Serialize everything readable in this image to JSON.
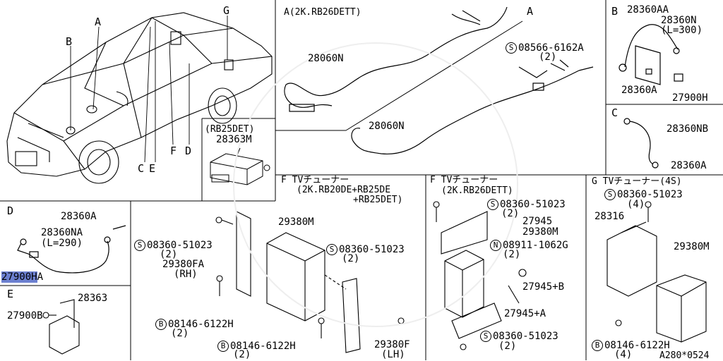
{
  "sections": {
    "A_header": "A(2K.RB26DETT)",
    "A_right": "A",
    "B": "B",
    "C": "C",
    "D": "D",
    "E": "E",
    "F1_title": "F TVチューナー",
    "F1_sub1": "(2K.RB20DE+RB25DE",
    "F1_sub2": "+RB25DET)",
    "F2_title": "F TVチューナー",
    "F2_sub": "(2K.RB26DETT)",
    "G_title": "G TVチューナー(4S)",
    "RB25DET": "(RB25DET)"
  },
  "car_callouts": [
    "A",
    "B",
    "C",
    "D",
    "E",
    "F",
    "G"
  ],
  "parts": {
    "p28060N_a": "28060N",
    "p28060N_b": "28060N",
    "p08566": "08566-6162A",
    "p08566_qty": "(2)",
    "p28360AA": "28360AA",
    "p28360N": "28360N",
    "p28360N_len": "(L=300)",
    "p28360A_b": "28360A",
    "p27900H": "27900H",
    "p28360NB": "28360NB",
    "p28360A_c": "28360A",
    "p28363M": "28363M",
    "p28360A_d": "28360A",
    "p28360NA": "28360NA",
    "p28360NA_len": "(L=290)",
    "p27900HA_hl": "27900H",
    "p27900HA_rest": "A",
    "p27900B": "27900B",
    "p28363": "28363",
    "p29380M_f1": "29380M",
    "pS08360_f1a": "08360-51023",
    "pS08360_f1a_qty": "(2)",
    "p29380FA": "29380FA",
    "p29380FA_rh": "(RH)",
    "pS08360_f1b": "08360-51023",
    "pS08360_f1b_qty": "(2)",
    "pB08146_f1a": "08146-6122H",
    "pB08146_f1a_qty": "(2)",
    "pB08146_f1b": "08146-6122H",
    "pB08146_f1b_qty": "(2)",
    "p29380F": "29380F",
    "p29380F_lh": "(LH)",
    "pS08360_f2a": "08360-51023",
    "pS08360_f2a_qty": "(2)",
    "p27945": "27945",
    "p29380M_f2": "29380M",
    "pN08911": "08911-1062G",
    "pN08911_qty": "(2)",
    "p27945B": "27945+B",
    "p27945A": "27945+A",
    "pS08360_f2b": "08360-51023",
    "pS08360_f2b_qty": "(2)",
    "pS08360_g": "08360-51023",
    "pS08360_g_qty": "(4)",
    "p28316": "28316",
    "p29380M_g": "29380M",
    "pB08146_g": "08146-6122H",
    "pB08146_g_qty": "(4)",
    "code": "A280*0524"
  },
  "symbols": {
    "S": "S",
    "B": "B",
    "N": "N"
  }
}
